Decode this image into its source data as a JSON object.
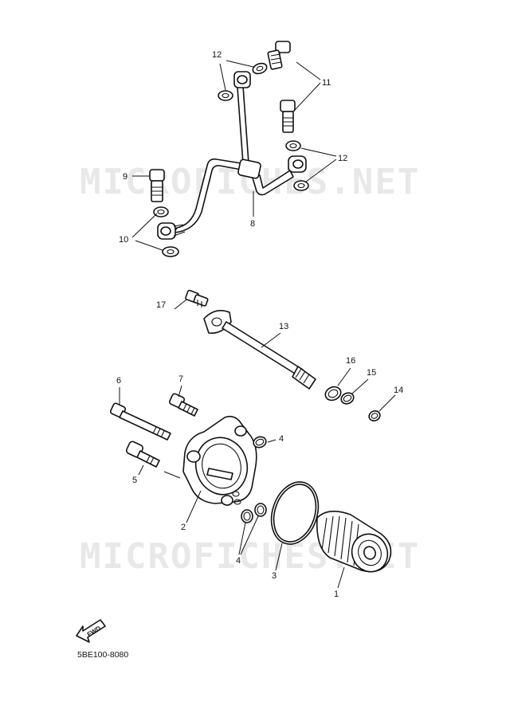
{
  "watermark_top": "MICROFICHES.NET",
  "watermark_bottom": "MICROFICHES.NET",
  "fwd_label": "FWD",
  "drawing_code": "5BE100-8080",
  "callouts": {
    "c1": "1",
    "c2": "2",
    "c3": "3",
    "c4a": "4",
    "c4b": "4",
    "c5": "5",
    "c6": "6",
    "c7": "7",
    "c8": "8",
    "c9": "9",
    "c10": "10",
    "c11": "11",
    "c12a": "12",
    "c12b": "12",
    "c13": "13",
    "c14": "14",
    "c15": "15",
    "c16": "16",
    "c17": "17"
  }
}
